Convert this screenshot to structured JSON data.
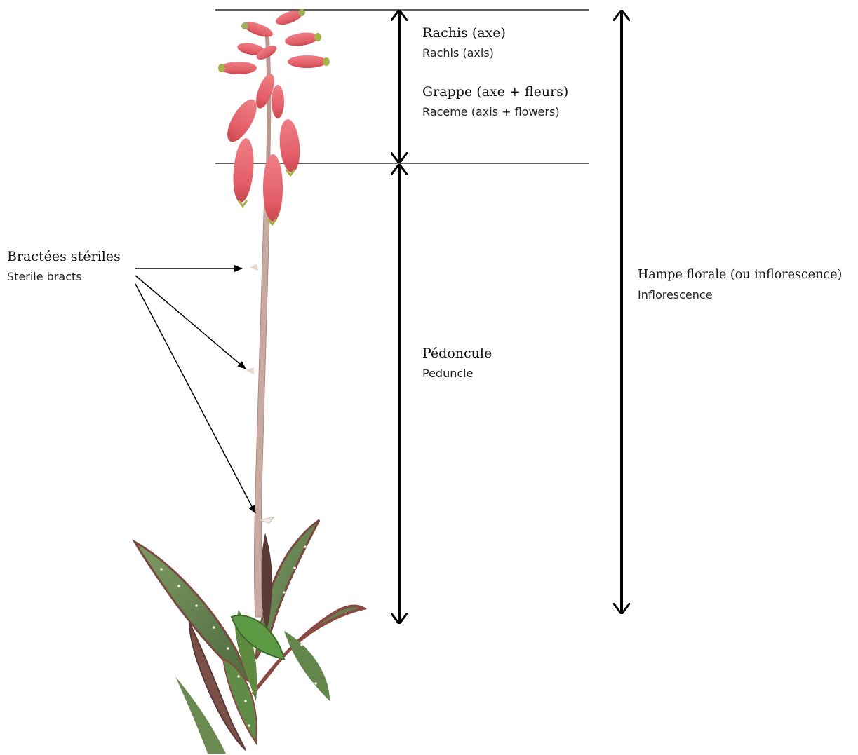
{
  "labels": {
    "rachis": {
      "fr": "Rachis (axe)",
      "en": "Rachis (axis)"
    },
    "raceme": {
      "fr": "Grappe (axe + fleurs)",
      "en": "Raceme (axis + flowers)"
    },
    "peduncle": {
      "fr": "Pédoncule",
      "en": "Peduncle"
    },
    "inflorescence": {
      "fr": "Hampe florale (ou inflorescence)",
      "en": "Inflorescence"
    },
    "bracts": {
      "fr": "Bractées stériles",
      "en": "Sterile bracts"
    }
  },
  "colors": {
    "flower": "#e8606a",
    "flower_tip": "#a8b04a",
    "stem": "#c9a9a0",
    "leaf": "#6f8a5a",
    "leaf_edge": "#8a4a44",
    "arrow": "#000000"
  }
}
